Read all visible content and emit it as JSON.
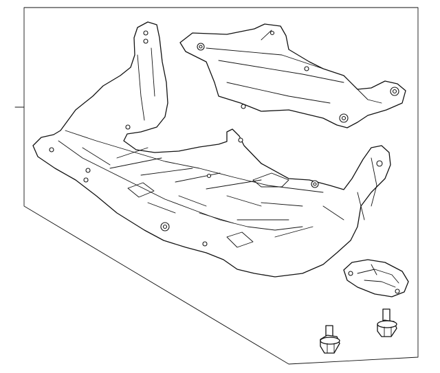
{
  "diagram": {
    "parts": [
      {
        "id": "lower-engine-undercover",
        "icon": "undercover-panel"
      },
      {
        "id": "upper-rear-shield",
        "icon": "shield-panel"
      },
      {
        "id": "small-bracket-plate",
        "icon": "bracket-plate"
      },
      {
        "id": "flange-bolt-left",
        "icon": "bolt"
      },
      {
        "id": "flange-bolt-right",
        "icon": "bolt"
      }
    ],
    "colors": {
      "line": "#111111",
      "background": "#ffffff"
    }
  }
}
